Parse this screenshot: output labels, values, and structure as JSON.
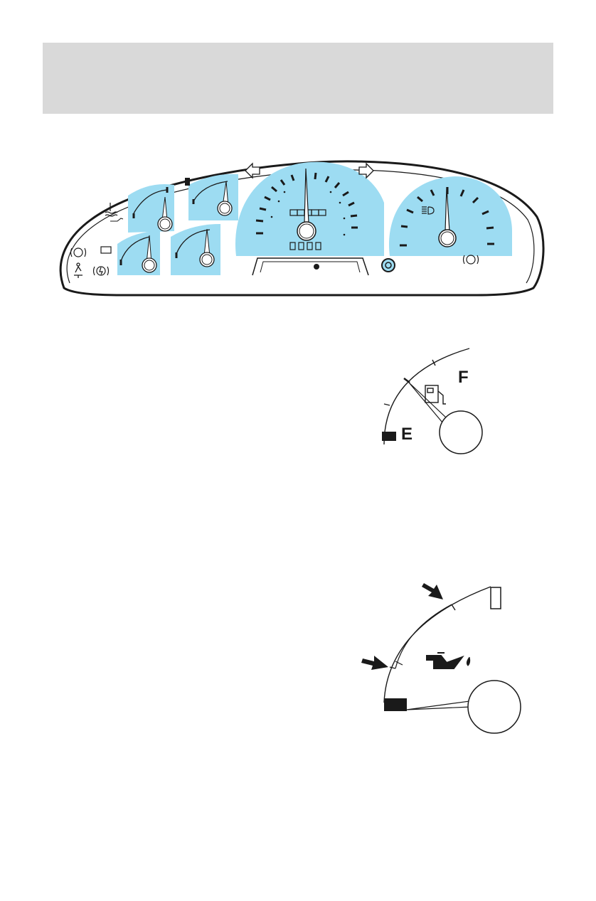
{
  "header": {
    "color": "#d9d9d9"
  },
  "colors": {
    "gauge_fill": "#9ddcf2",
    "ink": "#1a1a1a"
  },
  "instrument_cluster": {
    "gauges": [
      "fuel-gauge",
      "oil-pressure-gauge",
      "battery-gauge",
      "temperature-gauge",
      "speedometer",
      "tachometer"
    ],
    "indicators": [
      "left-turn-icon",
      "right-turn-icon",
      "coolant-warning-icon",
      "oil-warning-icon",
      "battery-warning-icon",
      "brake-warning-icon",
      "seatbelt-warning-icon",
      "abs-warning-icon",
      "high-beam-icon",
      "fuel-pump-icon",
      "overdrive-icon"
    ]
  },
  "fuel_gauge": {
    "empty_label": "E",
    "full_label": "F",
    "icon": "fuel-pump-icon"
  },
  "oil_pressure_gauge": {
    "icon": "oil-can-icon",
    "markers": [
      "arrow-low",
      "arrow-high"
    ]
  }
}
